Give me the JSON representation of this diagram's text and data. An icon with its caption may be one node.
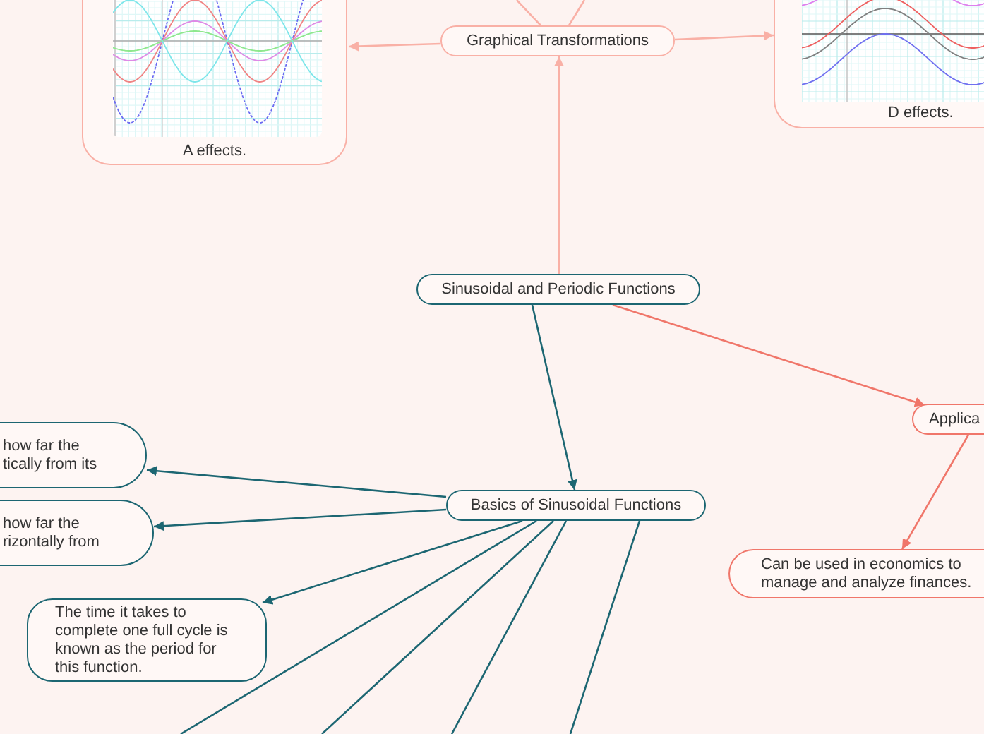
{
  "diagram": {
    "nodes": [
      {
        "text": [
          "Graphical Transformations"
        ]
      },
      {
        "text": [
          "A effects."
        ]
      },
      {
        "text": [
          "D effects."
        ]
      },
      {
        "text": [
          "Sinusoidal and Periodic Functions"
        ]
      },
      {
        "text": [
          "Basics of Sinusoidal Functions"
        ]
      },
      {
        "text": [
          "Applica"
        ]
      },
      {
        "text": [
          "Can be used in economics to manage and analyze finances."
        ]
      },
      {
        "text": [
          "how far the tically from its"
        ]
      },
      {
        "text": [
          "how far the rizontally from"
        ]
      },
      {
        "text": [
          "The time it takes to complete one full cycle is known as the period for this function."
        ]
      }
    ],
    "edges": [
      {
        "from": 3,
        "to": 0,
        "arrow": "to",
        "color": "#f9b0a6"
      },
      {
        "from": 0,
        "to": 1,
        "arrow": "to",
        "color": "#f9b0a6"
      },
      {
        "from": 0,
        "to": 2,
        "arrow": "to",
        "color": "#f9b0a6"
      },
      {
        "from": 0,
        "to": null,
        "arrow": "none",
        "color": "#f9b0a6"
      },
      {
        "from": 0,
        "to": null,
        "arrow": "none",
        "color": "#f9b0a6"
      },
      {
        "from": 3,
        "to": 4,
        "arrow": "to"
      },
      {
        "from": 3,
        "to": 5,
        "arrow": "to",
        "color": "#f0766a"
      },
      {
        "from": 5,
        "to": 6,
        "arrow": "to",
        "color": "#f0766a"
      },
      {
        "from": 4,
        "to": 7,
        "arrow": "to"
      },
      {
        "from": 4,
        "to": 8,
        "arrow": "to"
      },
      {
        "from": 4,
        "to": 9,
        "arrow": "to"
      },
      {
        "from": 4,
        "to": null,
        "arrow": "none"
      },
      {
        "from": 4,
        "to": null,
        "arrow": "none"
      },
      {
        "from": 4,
        "to": null,
        "arrow": "none"
      },
      {
        "from": 4,
        "to": null,
        "arrow": "none"
      }
    ]
  }
}
